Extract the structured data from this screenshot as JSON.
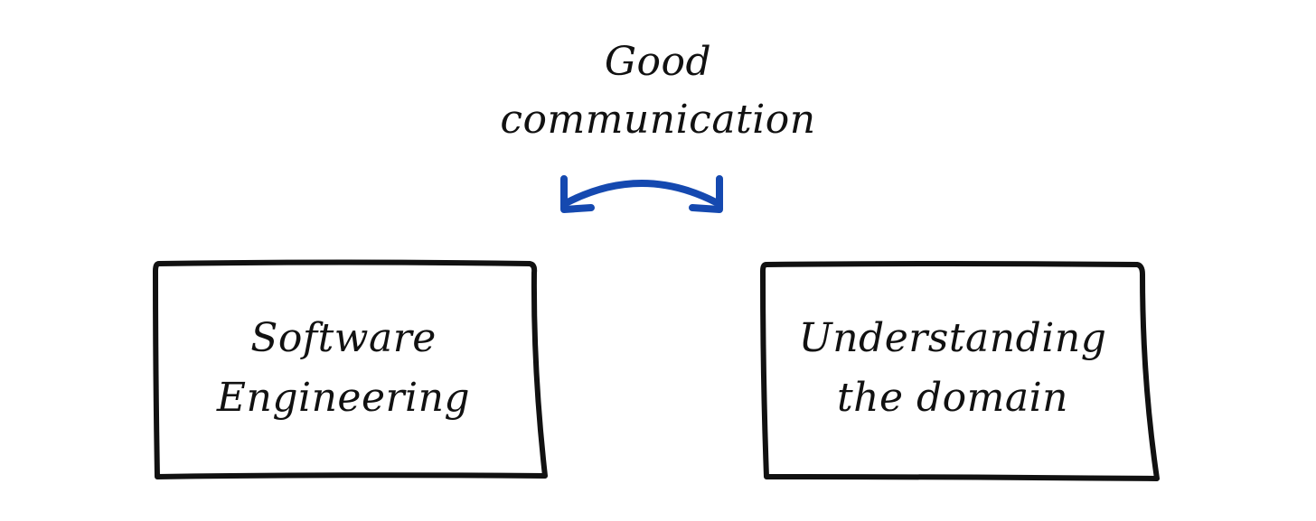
{
  "diagram": {
    "title": {
      "line1": "Good",
      "line2": "communication"
    },
    "arrow": {
      "color": "#1549b0",
      "icon": "double-headed-curved-arrow-icon"
    },
    "left_box": {
      "line1": "Software",
      "line2": "Engineering"
    },
    "right_box": {
      "line1": "Understanding",
      "line2": "the domain"
    },
    "stroke_color": "#111111"
  }
}
